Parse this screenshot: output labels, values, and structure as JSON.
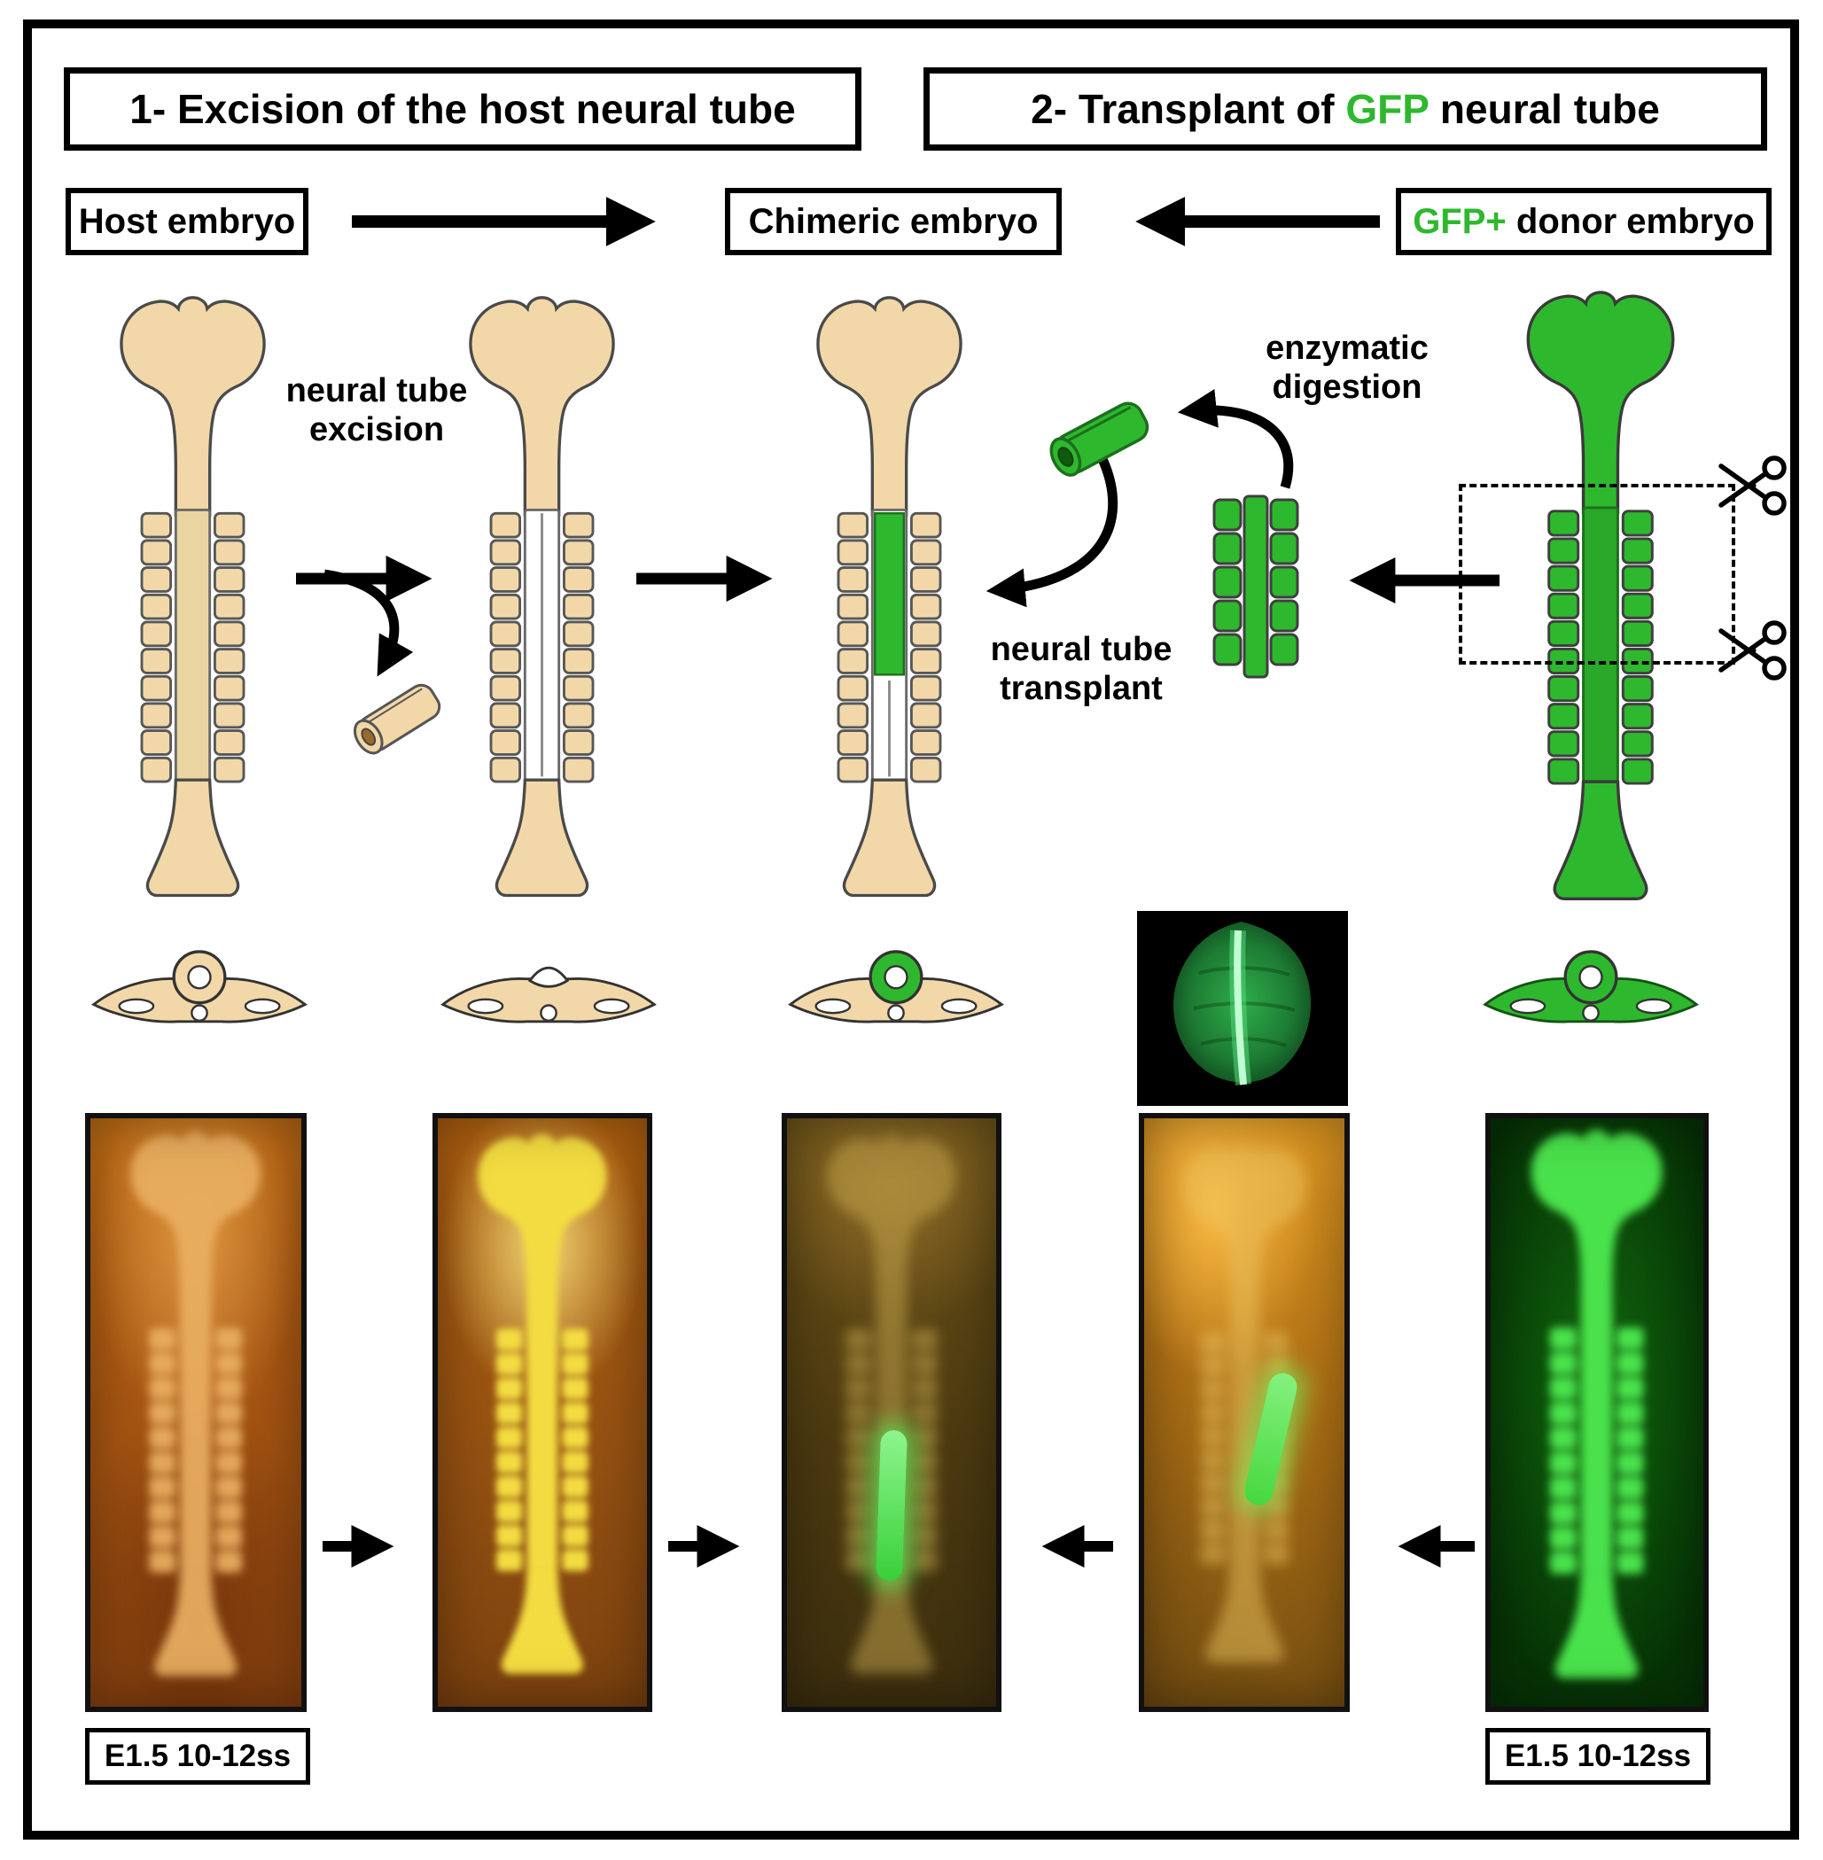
{
  "colors": {
    "gfp_green": "#2eb82e",
    "host_tan": "#f2d8a8",
    "arrow_black": "#000000"
  },
  "titles": {
    "step1": "1- Excision of the host neural tube",
    "step2_prefix": "2- Transplant of ",
    "step2_gfp": "GFP",
    "step2_suffix": " neural tube"
  },
  "flow_labels": {
    "host": "Host embryo",
    "chimeric": "Chimeric embryo",
    "donor_gfp": "GFP+",
    "donor_rest": " donor embryo"
  },
  "annotations": {
    "excision": "neural tube excision",
    "digestion": "enzymatic digestion",
    "transplant": "neural tube transplant"
  },
  "stage_labels": {
    "left": "E1.5 10-12ss",
    "right": "E1.5 10-12ss"
  },
  "icons": {
    "scissors": "scissors-icon"
  }
}
